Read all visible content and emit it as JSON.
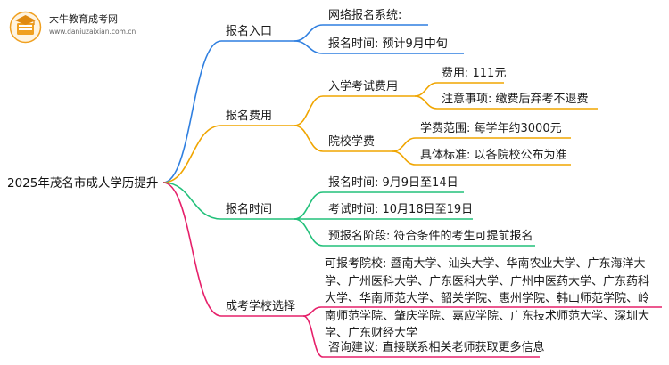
{
  "logo": {
    "title": "大牛教育成考网",
    "url": "www.daniuzaixian.com.cn",
    "icon": "graduation-book-icon",
    "color": "#f0a020"
  },
  "root": "2025年茂名市成人学历提升",
  "branches": [
    {
      "label": "报名入口",
      "color": "#2f7fe0",
      "items": [
        {
          "label": "网络报名系统:"
        },
        {
          "label": "报名时间: 预计9月中旬"
        }
      ]
    },
    {
      "label": "报名费用",
      "color": "#f0a500",
      "items": [
        {
          "label": "入学考试费用",
          "items": [
            "费用: 111元",
            "注意事项: 缴费后弃考不退费"
          ]
        },
        {
          "label": "院校学费",
          "items": [
            "学费范围: 每学年约3000元",
            "具体标准: 以各院校公布为准"
          ]
        }
      ]
    },
    {
      "label": "报名时间",
      "color": "#22c07a",
      "items": [
        {
          "label": "报名时间: 9月9日至14日"
        },
        {
          "label": "考试时间: 10月18日至19日"
        },
        {
          "label": "预报名阶段: 符合条件的考生可提前报名"
        }
      ]
    },
    {
      "label": "成考学校选择",
      "color": "#e6206a",
      "items": [
        {
          "label": "可报考院校: 暨南大学、汕头大学、华南农业大学、广东海洋大学、广州医科大学、广东医科大学、广州中医药大学、广东药科大学、华南师范大学、韶关学院、惠州学院、韩山师范学院、岭南师范学院、肇庆学院、嘉应学院、广东技术师范大学、深圳大学、广东财经大学"
        },
        {
          "label": "咨询建议: 直接联系相关老师获取更多信息"
        }
      ]
    }
  ]
}
